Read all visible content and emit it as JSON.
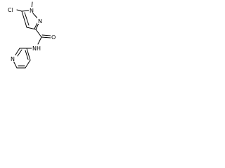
{
  "molecule": {
    "atoms": {
      "cl": "Cl",
      "n1": "N",
      "n2": "N",
      "o": "O",
      "nh": "NH",
      "n_pyridine": "N"
    }
  },
  "colors": {
    "bond": "#000000",
    "text": "#000000",
    "background": "#ffffff"
  }
}
